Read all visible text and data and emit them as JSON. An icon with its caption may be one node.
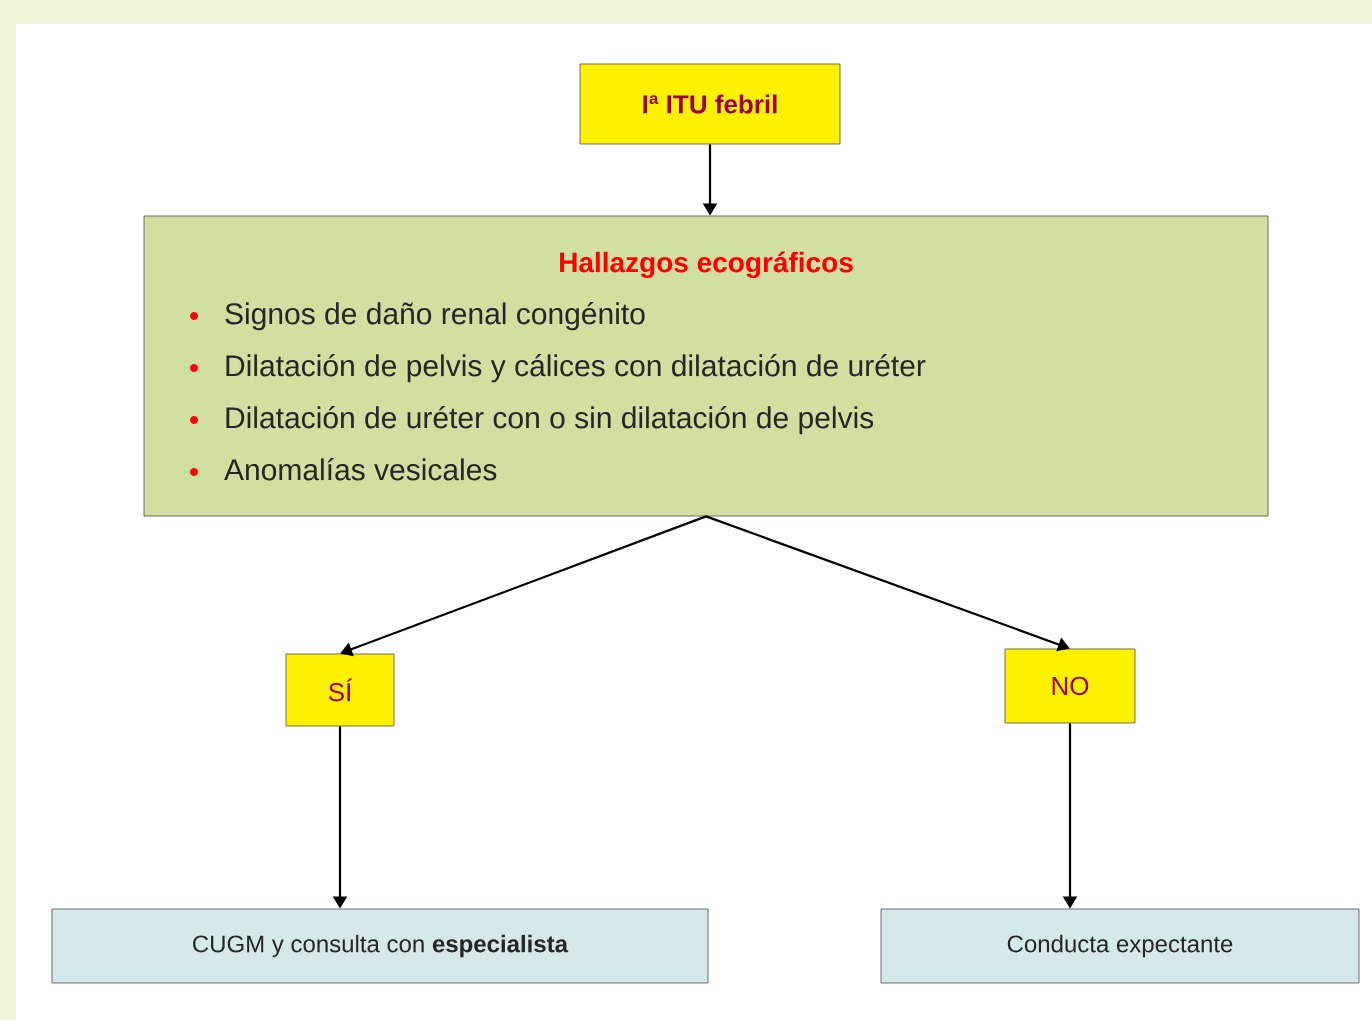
{
  "diagram": {
    "nodes": [
      {
        "text": [
          "Iª ITU febril"
        ]
      },
      {
        "text": [
          "Hallazgos ecográficos",
          "Signos de daño renal congénito",
          "Dilatación de pelvis y cálices con dilatación de uréter",
          "Dilatación de uréter con o sin dilatación de pelvis",
          "Anomalías vesicales"
        ]
      },
      {
        "text": [
          "SÍ"
        ]
      },
      {
        "text": [
          "NO"
        ]
      },
      {
        "text": [
          "CUGM y consulta con **especialista**"
        ]
      },
      {
        "text": [
          "Conducta expectante"
        ]
      }
    ],
    "edges": [
      {
        "from": 0,
        "to": 1,
        "arrow": "to"
      },
      {
        "from": 1,
        "to": 2,
        "arrow": "to"
      },
      {
        "from": 1,
        "to": 3,
        "arrow": "to"
      },
      {
        "from": 2,
        "to": 4,
        "arrow": "to"
      },
      {
        "from": 3,
        "to": 5,
        "arrow": "to"
      }
    ]
  }
}
